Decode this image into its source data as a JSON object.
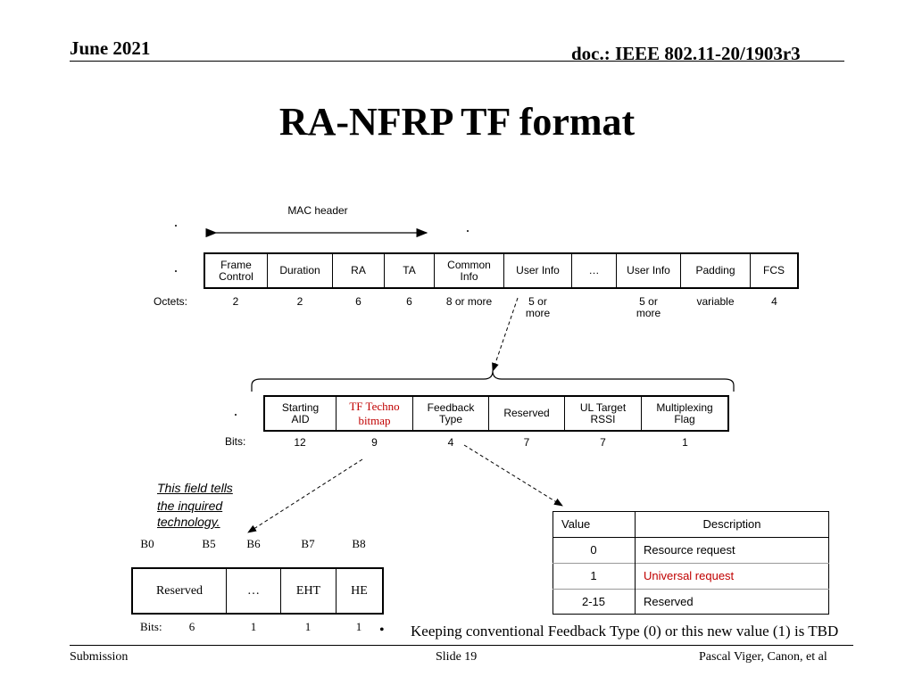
{
  "header": {
    "date": "June 2021",
    "doc": "doc.: IEEE 802.11-20/1903r3"
  },
  "title": "RA-NFRP TF format",
  "mac_header_label": "MAC header",
  "frame": {
    "row_label": "Octets:",
    "fields": [
      {
        "name": "Frame\nControl",
        "octets": "2"
      },
      {
        "name": "Duration",
        "octets": "2"
      },
      {
        "name": "RA",
        "octets": "6"
      },
      {
        "name": "TA",
        "octets": "6"
      },
      {
        "name": "Common\nInfo",
        "octets": "8 or more"
      },
      {
        "name": "User Info",
        "octets": "5 or\nmore"
      },
      {
        "name": "…",
        "octets": ""
      },
      {
        "name": "User Info",
        "octets": "5 or\nmore"
      },
      {
        "name": "Padding",
        "octets": "variable"
      },
      {
        "name": "FCS",
        "octets": "4"
      }
    ]
  },
  "user_info": {
    "row_label": "Bits:",
    "fields": [
      {
        "name": "Starting\nAID",
        "bits": "12"
      },
      {
        "name": "TF Techno\nbitmap",
        "bits": "9",
        "highlight": true
      },
      {
        "name": "Feedback\nType",
        "bits": "4"
      },
      {
        "name": "Reserved",
        "bits": "7"
      },
      {
        "name": "UL Target\nRSSI",
        "bits": "7"
      },
      {
        "name": "Multiplexing\nFlag",
        "bits": "1"
      }
    ]
  },
  "note": [
    "This field tells",
    "the inquired",
    "technology."
  ],
  "bitmap": {
    "bit_labels": [
      "B0",
      "B5",
      "B6",
      "B7",
      "B8"
    ],
    "fields": [
      "Reserved",
      "…",
      "EHT",
      "HE"
    ],
    "bits_label": "Bits:",
    "bits": [
      "6",
      "1",
      "1",
      "1"
    ]
  },
  "feedback_table": {
    "headers": [
      "Value",
      "Description"
    ],
    "rows": [
      {
        "value": "0",
        "desc": "Resource request",
        "highlight": false
      },
      {
        "value": "1",
        "desc": "Universal request",
        "highlight": true
      },
      {
        "value": "2-15",
        "desc": "Reserved",
        "highlight": false
      }
    ]
  },
  "bullet": "Keeping conventional Feedback Type (0) or this new value (1) is TBD",
  "footer": {
    "left": "Submission",
    "center": "Slide 19",
    "right": "Pascal Viger, Canon, et al"
  },
  "colors": {
    "highlight": "#c00000"
  }
}
